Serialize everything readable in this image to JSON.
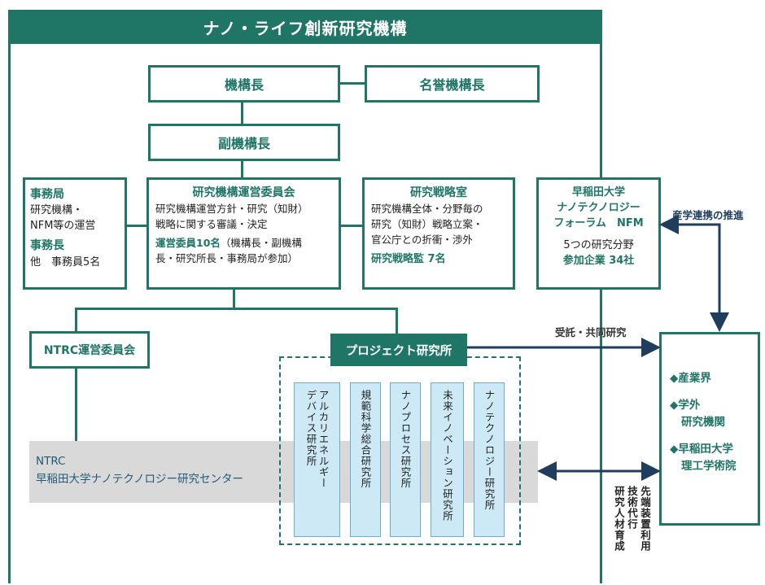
{
  "title": "ナノ・ライフ創新研究機構",
  "kikoucho": "機構長",
  "meiyo": "名誉機構長",
  "fuku": "副機構長",
  "jimukyoku": {
    "head": "事務局",
    "desc1": "研究機構・",
    "desc2": "NFM等の運営",
    "sub": "事務長",
    "staff": "他　事務員5名"
  },
  "unei": {
    "head": "研究機構運営委員会",
    "desc1": "研究機構運営方針・研究（知財）",
    "desc2": "戦略に関する審議・決定",
    "members_hl": "運営委員10名",
    "members_rest1": "（機構長・副機構",
    "members_rest2": "長・研究所長・事務局が参加）"
  },
  "senryaku": {
    "head": "研究戦略室",
    "desc1": "研究機構全体・分野毎の",
    "desc2": "研究（知財）戦略立案・",
    "desc3": "官公庁との折衝・渉外",
    "sub": "研究戦略監 7名"
  },
  "nfm": {
    "line1": "早稲田大学",
    "line2": "ナノテクノロジー",
    "line3": "フォーラム　NFM",
    "fields": "5つの研究分野",
    "companies": "参加企業 34社"
  },
  "sangaku": "産学連携の推進",
  "jutaku": "受託・共同研究",
  "ntrc_unei": "NTRC運営委員会",
  "project": "プロジェクト研究所",
  "ntrc": {
    "line1": "NTRC",
    "line2": "早稲田大学ナノテクノロジー研究センター"
  },
  "institutes": [
    "アルカリエネルギー\nデバイス研究所",
    "規範科学総合研究所",
    "ナノプロセス研究所",
    "未来イノベーション研究所",
    "ナノテクノロジー研究所"
  ],
  "external": {
    "item1": "◆産業界",
    "item2a": "◆学外",
    "item2b": "研究機関",
    "item3a": "◆早稲田大学",
    "item3b": "理工学術院"
  },
  "vertical_labels": {
    "label1": "研究人材育成",
    "label2": "技術代行",
    "label3": "先端装置利用"
  },
  "colors": {
    "teal": "#1f7566",
    "institute_fill": "#cde9f5",
    "ntrc_band": "#d9d9d9"
  }
}
